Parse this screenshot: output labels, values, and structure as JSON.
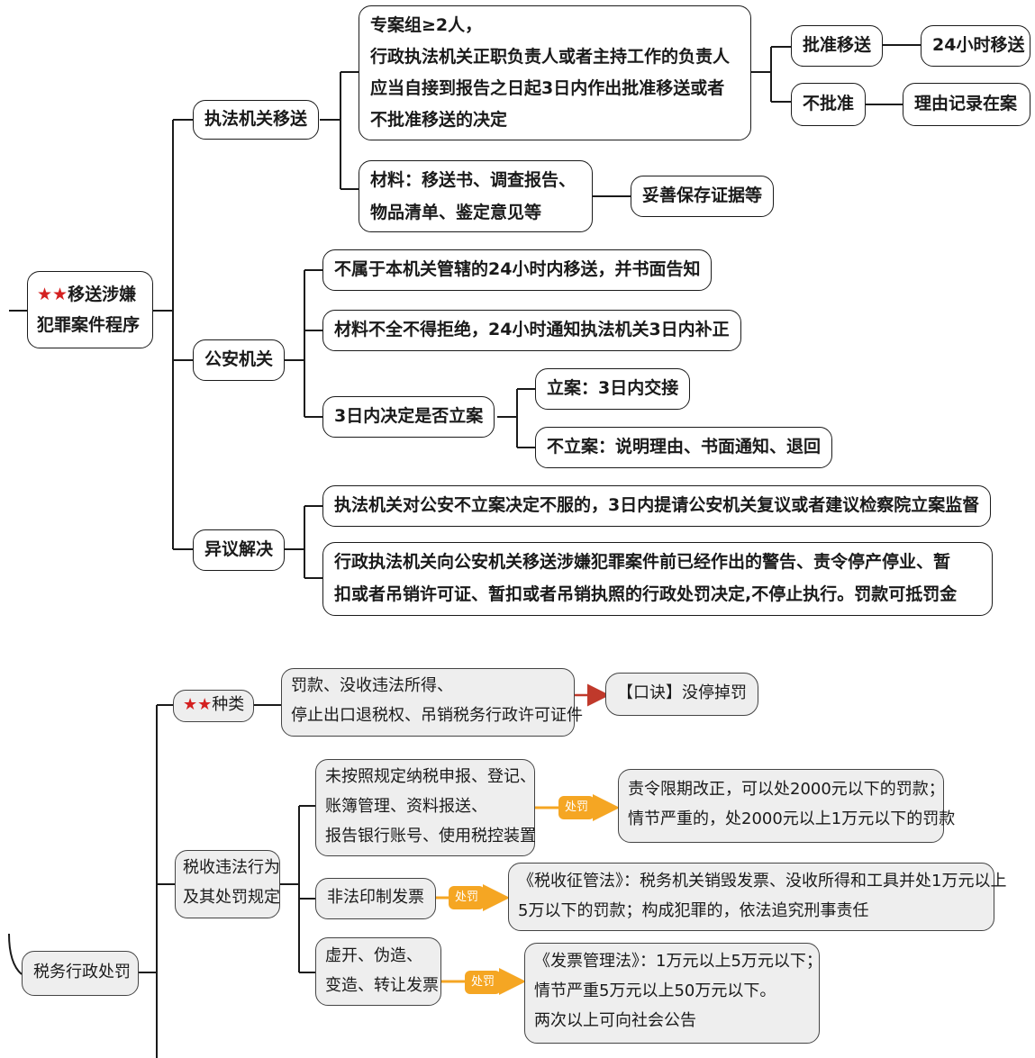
{
  "colors": {
    "line": "#1a1a1a",
    "accent_orange": "#f5a623",
    "accent_red": "#c0392b",
    "star_red": "#d42020"
  },
  "top_diagram": {
    "root": {
      "stars": "★★",
      "line1": "移送涉嫌",
      "line2": "犯罪案件程序"
    },
    "branch_agency": {
      "label": "执法机关移送",
      "decision": {
        "lines": [
          "专案组≥2人，",
          "行政执法机关正职负责人或者主持工作的负责人",
          "应当自接到报告之日起3日内作出批准移送或者",
          "不批准移送的决定"
        ],
        "approve": {
          "label": "批准移送",
          "result": "24小时移送"
        },
        "reject": {
          "label": "不批准",
          "result": "理由记录在案"
        }
      },
      "materials": {
        "lines": [
          "材料：移送书、调查报告、",
          "物品清单、鉴定意见等"
        ],
        "result": "妥善保存证据等"
      }
    },
    "branch_police": {
      "label": "公安机关",
      "item1": "不属于本机关管辖的24小时内移送，并书面告知",
      "item2": "材料不全不得拒绝，24小时通知执法机关3日内补正",
      "item3": {
        "label": "3日内决定是否立案",
        "yes": "立案：3日内交接",
        "no": "不立案：说明理由、书面通知、退回"
      }
    },
    "branch_dispute": {
      "label": "异议解决",
      "item1": "执法机关对公安不立案决定不服的，3日内提请公安机关复议或者建议检察院立案监督",
      "item2_lines": [
        "行政执法机关向公安机关移送涉嫌犯罪案件前已经作出的警告、责令停产停业、暂",
        "扣或者吊销许可证、暂扣或者吊销执照的行政处罚决定,不停止执行。罚款可抵罚金"
      ]
    }
  },
  "bottom_diagram": {
    "root": "税务行政处罚",
    "types": {
      "stars": "★★",
      "label": "种类",
      "content_lines": [
        "罚款、没收违法所得、",
        "停止出口退税权、吊销税务行政许可证件"
      ],
      "mnemonic": "【口诀】没停掉罚"
    },
    "violations": {
      "label_lines": [
        "税收违法行为",
        "及其处罚规定"
      ],
      "penalty_tag": "处罚",
      "v1": {
        "lines": [
          "未按照规定纳税申报、登记、",
          "账簿管理、资料报送、",
          "报告银行账号、使用税控装置"
        ],
        "penalty_lines": [
          "责令限期改正，可以处2000元以下的罚款；",
          "情节严重的，处2000元以上1万元以下的罚款"
        ]
      },
      "v2": {
        "label": "非法印制发票",
        "penalty_lines": [
          "《税收征管法》：税务机关销毁发票、没收所得和工具并处1万元以上",
          "5万以下的罚款；构成犯罪的，依法追究刑事责任"
        ]
      },
      "v3": {
        "lines": [
          "虚开、伪造、",
          "变造、转让发票"
        ],
        "penalty_lines": [
          "《发票管理法》：1万元以上5万元以下；",
          "情节严重5万元以上50万元以下。",
          "两次以上可向社会公告"
        ]
      }
    }
  }
}
